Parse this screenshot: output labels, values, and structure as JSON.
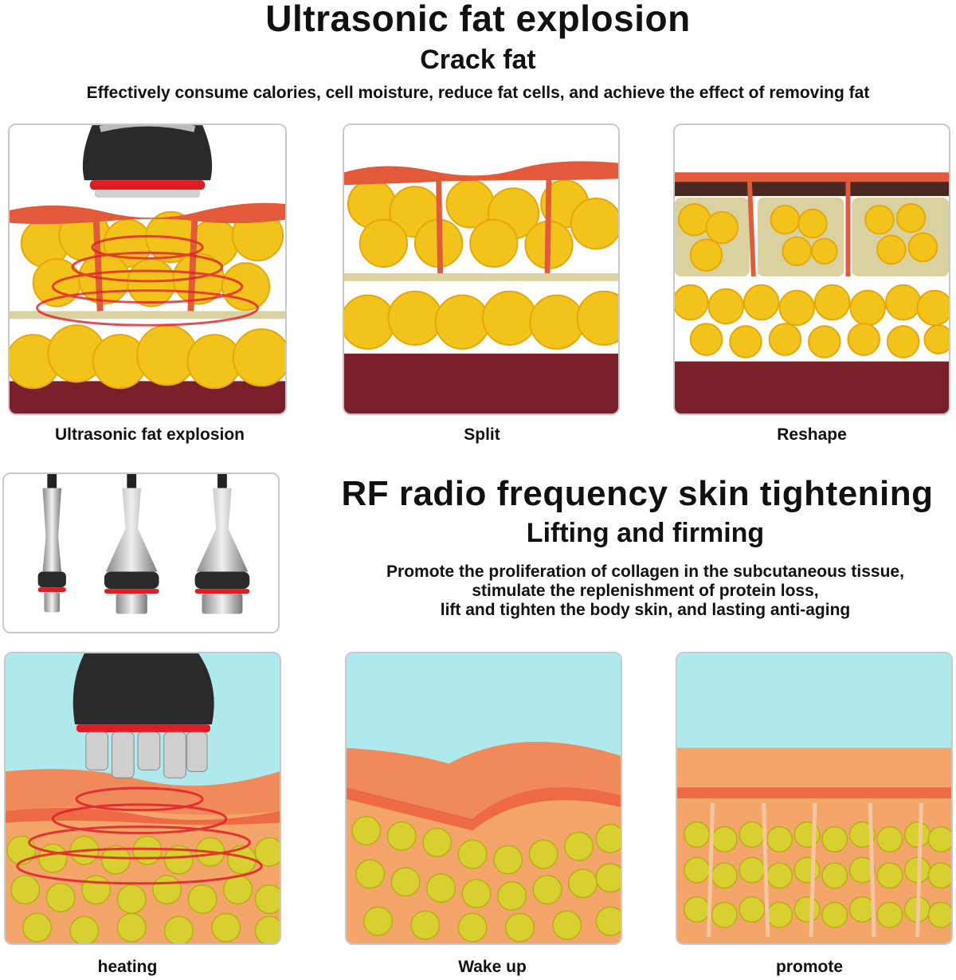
{
  "section1": {
    "title": "Ultrasonic fat explosion",
    "subtitle": "Crack fat",
    "description": "Effectively consume calories, cell moisture, reduce fat cells, and achieve the effect of removing fat",
    "panels": [
      {
        "caption": "Ultrasonic fat explosion"
      },
      {
        "caption": "Split"
      },
      {
        "caption": "Reshape"
      }
    ]
  },
  "section2": {
    "title": "RF radio frequency skin tightening",
    "subtitle": "Lifting and firming",
    "description_lines": [
      "Promote the proliferation of collagen in the subcutaneous tissue,",
      "stimulate the replenishment of protein loss,",
      "lift and tighten the body skin, and lasting anti-aging"
    ],
    "panels": [
      {
        "caption": "heating"
      },
      {
        "caption": "Wake up"
      },
      {
        "caption": "promote"
      }
    ]
  },
  "colors": {
    "fat": "#f2c318",
    "fat_highlight": "#fff3a8",
    "membrane": "#e25a3a",
    "muscle": "#7a1e2a",
    "skin": "#f4a66a",
    "sky": "#aee9ee"
  }
}
